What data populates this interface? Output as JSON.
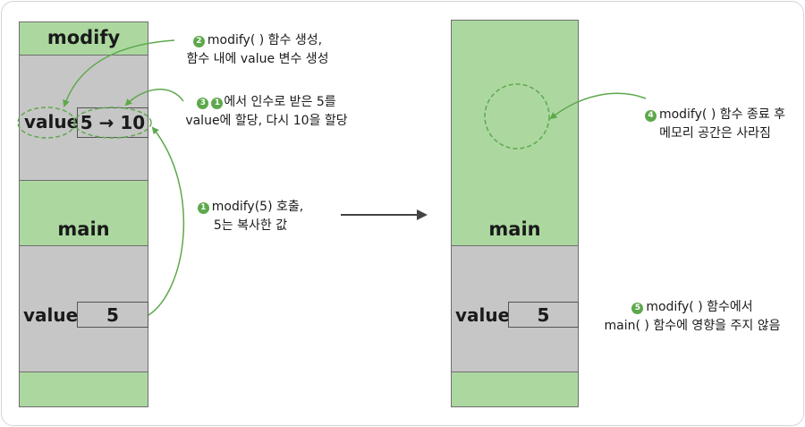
{
  "left_stack": {
    "modify_label": "modify",
    "value_label": "value",
    "value_change": "5 → 10",
    "main_label": "main",
    "main_value_label": "value",
    "main_value": "5"
  },
  "right_stack": {
    "main_label": "main",
    "value_label": "value",
    "value": "5"
  },
  "notes": {
    "n2": {
      "num": "2",
      "line1": "modify( ) 함수 생성,",
      "line2": "함수 내에 value 변수 생성"
    },
    "n3": {
      "num": "3",
      "ref": "1",
      "line1": "에서 인수로 받은 5를",
      "line2": "value에 할당, 다시 10을 할당"
    },
    "n1": {
      "num": "1",
      "line1": "modify(5) 호출,",
      "line2": "5는 복사한 값"
    },
    "n4": {
      "num": "4",
      "line1": "modify( ) 함수 종료 후",
      "line2": "메모리 공간은 사라짐"
    },
    "n5": {
      "num": "5",
      "line1": "modify( ) 함수에서",
      "line2": "main( ) 함수에 영향을 주지 않음"
    }
  },
  "colors": {
    "frame_green": "#acd8a0",
    "frame_gray": "#c6c6c6",
    "accent_green": "#5ea84c",
    "arrow_dark": "#444444"
  }
}
